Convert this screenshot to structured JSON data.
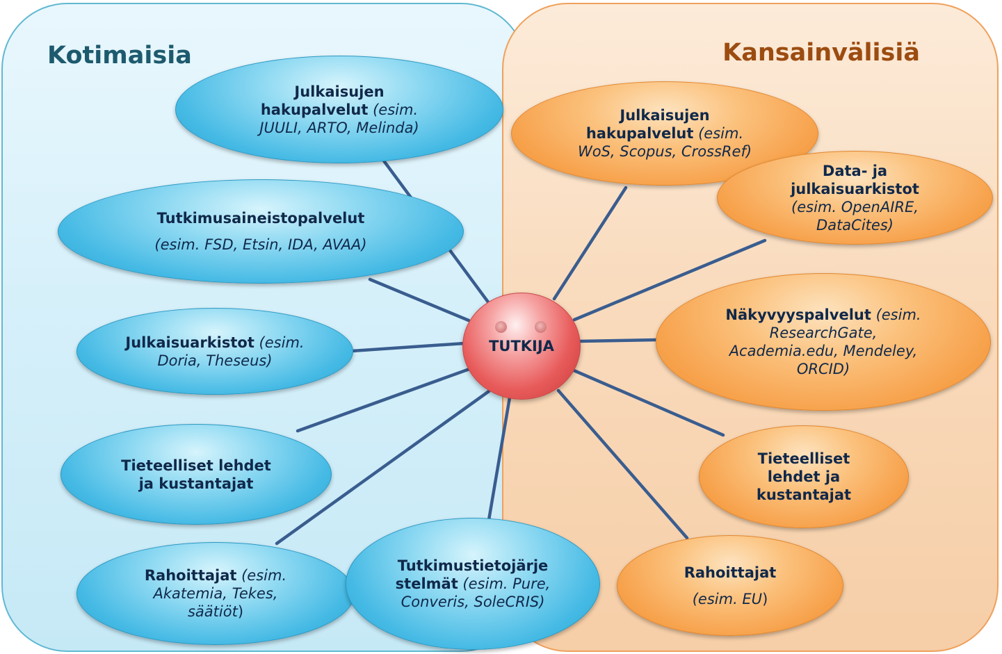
{
  "domestic": {
    "title": "Kotimaisia",
    "nodes": [
      {
        "bold_1": "Julkaisujen",
        "bold_2": "hakupalvelut",
        "italic_2": " (esim.",
        "italic_3": "JUULI, ARTO, Melinda)"
      },
      {
        "bold_1": "Tutkimusaineistopalvelut",
        "italic_2": "(esim. FSD, Etsin, IDA, AVAA)"
      },
      {
        "bold_1": "Julkaisuarkistot",
        "italic_1": " (esim.",
        "italic_2": "Doria, Theseus)"
      },
      {
        "bold_1": "Tieteelliset lehdet",
        "bold_2": "ja kustantajat"
      },
      {
        "bold_1": "Rahoittajat",
        "italic_1": " (esim.",
        "italic_2": "Akatemia, Tekes,",
        "italic_3": "säätiöt",
        "text_3": ")"
      },
      {
        "bold_1": "Tutkimustietojärje",
        "bold_2": "stelmät",
        "italic_2": " (esim. Pure,",
        "italic_3": "Converis, SoleCRIS)"
      }
    ]
  },
  "international": {
    "title": "Kansainvälisiä",
    "nodes": [
      {
        "bold_1": "Julkaisujen",
        "bold_2": "hakupalvelut",
        "italic_2": " (esim.",
        "italic_3": "WoS, Scopus, CrossRef)"
      },
      {
        "bold_1": "Data- ja",
        "bold_2": "julkaisuarkistot",
        "italic_3": "(esim. OpenAIRE,",
        "italic_4": "DataCites)"
      },
      {
        "bold_1": "Näkyvyyspalvelut",
        "italic_1": " (esim.",
        "italic_2": "ResearchGate,",
        "italic_3": "Academia.edu, Mendeley,",
        "italic_4": "ORCID)"
      },
      {
        "bold_1": "Tieteelliset",
        "bold_2": "lehdet ja",
        "bold_3": "kustantajat"
      },
      {
        "bold_1": "Rahoittajat",
        "italic_2": "(esim. EU",
        "text_2": ")"
      }
    ]
  },
  "center": {
    "label": "TUTKIJA"
  },
  "colors": {
    "connector": "#3a5d8f",
    "domestic_panel": "#d6f0fa",
    "international_panel": "#f9dbbd",
    "domestic_title": "#1d5a6e",
    "international_title": "#9c4c10",
    "blue_node": "#43b9e4",
    "orange_node": "#f7a24c",
    "center_node": "#e85b5b"
  }
}
